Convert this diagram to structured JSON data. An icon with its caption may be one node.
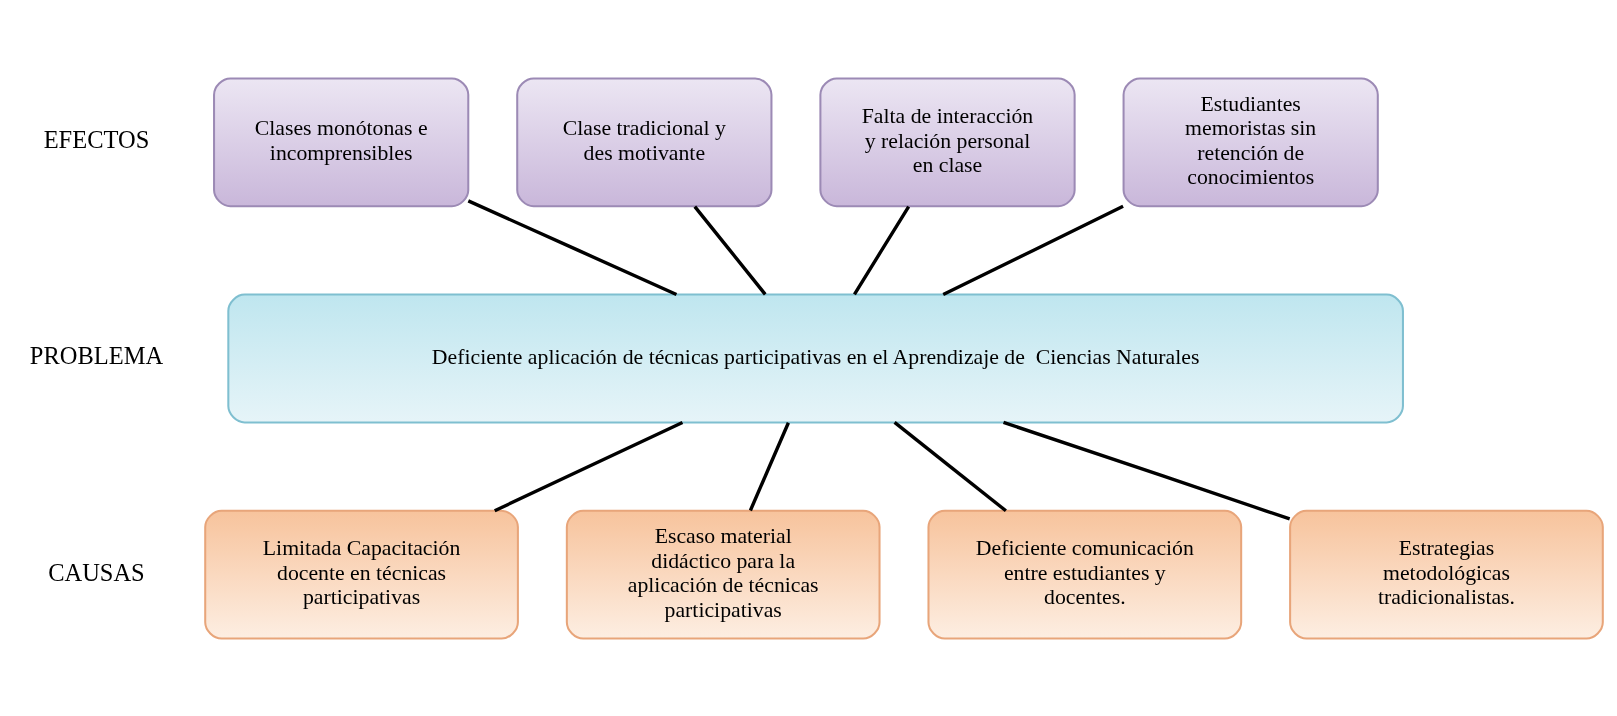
{
  "diagram": {
    "nodes": [
      {
        "text": [
          "Clases monótonas e incomprensibles"
        ]
      },
      {
        "text": [
          "Clase tradicional y des motivante"
        ]
      },
      {
        "text": [
          "Falta de interacción y relación personal en clase"
        ]
      },
      {
        "text": [
          "Estudiantes memoristas sin retención de conocimientos"
        ]
      },
      {
        "text": [
          "Deficiente aplicación de técnicas participativas en el Aprendizaje de  Ciencias Naturales"
        ]
      },
      {
        "text": [
          "Limitada Capacitación docente en técnicas participativas"
        ]
      },
      {
        "text": [
          "Escaso material didáctico para la aplicación de técnicas participativas"
        ]
      },
      {
        "text": [
          "Deficiente comunicación entre estudiantes y docentes."
        ]
      },
      {
        "text": [
          "Estrategias metodológicas tradicionalistas."
        ]
      }
    ],
    "edges": [
      {
        "from": 0,
        "to": 4,
        "arrow": "none"
      },
      {
        "from": 1,
        "to": 4,
        "arrow": "none"
      },
      {
        "from": 2,
        "to": 4,
        "arrow": "none"
      },
      {
        "from": 3,
        "to": 4,
        "arrow": "none"
      },
      {
        "from": 4,
        "to": 5,
        "arrow": "none"
      },
      {
        "from": 4,
        "to": 6,
        "arrow": "none"
      },
      {
        "from": 4,
        "to": 7,
        "arrow": "none"
      },
      {
        "from": 4,
        "to": 8,
        "arrow": "none"
      }
    ],
    "labels": [
      "EFECTOS",
      "PROBLEMA",
      "CAUSAS"
    ]
  }
}
